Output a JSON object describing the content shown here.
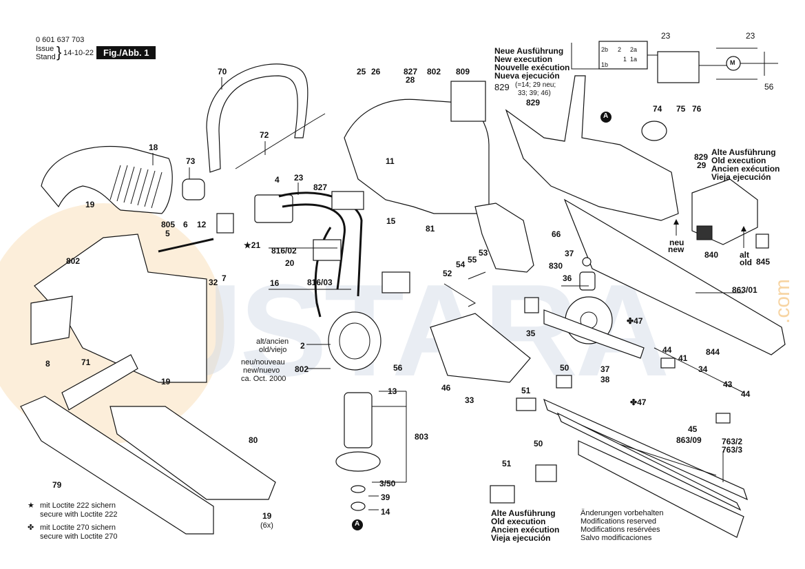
{
  "header": {
    "part_number": "0 601 637 703",
    "issue_label_1": "Issue",
    "issue_label_2": "Stand",
    "issue_date": "14-10-22",
    "figure_label": "Fig./Abb. 1"
  },
  "watermark": {
    "text": "USTARA",
    "suffix": ".com",
    "color": "#f2b866"
  },
  "new_execution": {
    "lines": [
      "Neue Ausführung",
      "New execution",
      "Nouvelle exécution",
      "Nueva ejecución"
    ],
    "ref": "829",
    "ref_note_1": "(=14; 29 neu;",
    "ref_note_2": "33; 39; 46)"
  },
  "old_execution_top": {
    "refs": [
      "829",
      "29"
    ],
    "lines": [
      "Alte Ausführung",
      "Old execution",
      "Ancien exécution",
      "Vieja ejecución"
    ]
  },
  "old_execution_bottom": {
    "lines": [
      "Alte Ausführung",
      "Old execution",
      "Ancien exécution",
      "Vieja ejecución"
    ]
  },
  "neu_new": [
    "neu",
    "new"
  ],
  "alt_old": [
    "alt",
    "old"
  ],
  "motor_versions": {
    "alt": "alt/ancien",
    "alt2": "old/viejo",
    "alt_ref": "2",
    "neu": "neu/nouveau",
    "neu2": "new/nuevo",
    "neu3": "ca. Oct. 2000",
    "neu_ref": "802"
  },
  "legend": {
    "star_1": "mit Loctite 222 sichern",
    "star_2": "secure with Loctite 222",
    "club_1": "mit Loctite 270 sichern",
    "club_2": "secure with Loctite 270"
  },
  "modifications": [
    "Änderungen vorbehalten",
    "Modifications reserved",
    "Modifications resérvées",
    "Salvo modificaciones"
  ],
  "circuit": {
    "terminals": [
      "2b",
      "2",
      "2a",
      "1",
      "1a",
      "1b"
    ],
    "motor": "M",
    "ref_left": "23",
    "ref_right": "23",
    "ref_56": "56"
  },
  "callouts": {
    "c70": "70",
    "c72": "72",
    "c73": "73",
    "c18": "18",
    "c19a": "19",
    "c805": "805",
    "c5": "5",
    "c6": "6",
    "c12": "12",
    "c21": "21",
    "c4": "4",
    "c23": "23",
    "c827a": "827",
    "c816_02": "816/02",
    "c20": "20",
    "c16": "16",
    "c816_03": "816/03",
    "c32": "32",
    "c7": "7",
    "c802a": "802",
    "c8": "8",
    "c71": "71",
    "c19b": "19",
    "c79": "79",
    "c80": "80",
    "c19c": "19",
    "c6x": "(6x)",
    "c25": "25",
    "c26": "26",
    "c827b": "827",
    "c28": "28",
    "c802b": "802",
    "c809": "809",
    "c11": "11",
    "c15": "15",
    "c81": "81",
    "c829": "829",
    "c74": "74",
    "c75": "75",
    "c76": "76",
    "c66": "66",
    "c840": "840",
    "c845": "845",
    "c53": "53",
    "c55": "55",
    "c54": "54",
    "c52": "52",
    "c37a": "37",
    "c830": "830",
    "c36": "36",
    "c863_01": "863/01",
    "c47a": "47",
    "c35": "35",
    "c50a": "50",
    "c37b": "37",
    "c38": "38",
    "c51a": "51",
    "c47b": "47",
    "c44a": "44",
    "c41": "41",
    "c844": "844",
    "c34": "34",
    "c43": "43",
    "c44b": "44",
    "c45": "45",
    "c863_09": "863/09",
    "c763_2": "763/2",
    "c763_3": "763/3",
    "c50b": "50",
    "c51b": "51",
    "c56": "56",
    "c33": "33",
    "c46": "46",
    "c13": "13",
    "c803": "803",
    "c3_50": "3/50",
    "c39": "39",
    "c14": "14",
    "cA1": "A",
    "cA2": "A"
  }
}
